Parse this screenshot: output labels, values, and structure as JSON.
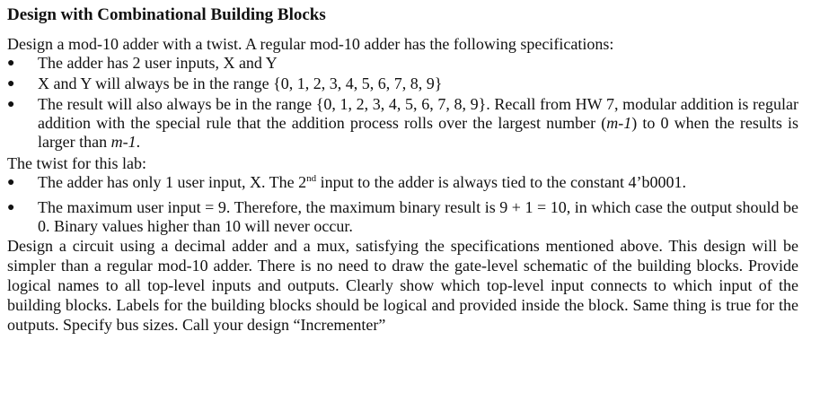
{
  "heading": "Design with Combinational Building Blocks",
  "intro": "Design a mod-10 adder with a twist. A regular mod-10 adder has the following specifications:",
  "spec_bullets": [
    "The adder has 2 user inputs, X and Y",
    "X and Y will always be in the range {0, 1, 2, 3, 4, 5, 6, 7, 8, 9}"
  ],
  "spec_bullet_3": {
    "before_m1": "The result will also always be in the range {0, 1, 2, 3, 4, 5, 6, 7, 8, 9}.  Recall from HW 7, modular addition is regular addition with the special rule that the addition process rolls over the largest number (",
    "m1_a": "m-1",
    "middle": ") to 0 when the results is larger than ",
    "m1_b": "m-1",
    "end": "."
  },
  "twist_label": "The twist for this lab:",
  "twist_bullet_1": {
    "before_sup": "The adder has only 1 user input, X. The 2",
    "sup": "nd",
    "after_sup": " input to the adder is always tied to the constant 4’b0001."
  },
  "twist_bullet_2": "The maximum user input = 9. Therefore, the maximum binary result is 9 + 1 = 10, in which case the output should be 0. Binary values higher than 10 will never occur.",
  "closing": "Design a circuit using a decimal adder and a mux, satisfying the specifications mentioned above. This design will be simpler than a regular mod-10 adder. There is no need to draw the gate-level schematic of the building blocks. Provide logical names to all top-level inputs and outputs. Clearly show which top-level input connects to which input of the building blocks. Labels for the building blocks should be logical and provided inside the block.  Same thing is true for the outputs. Specify bus sizes. Call your design “Incrementer”"
}
